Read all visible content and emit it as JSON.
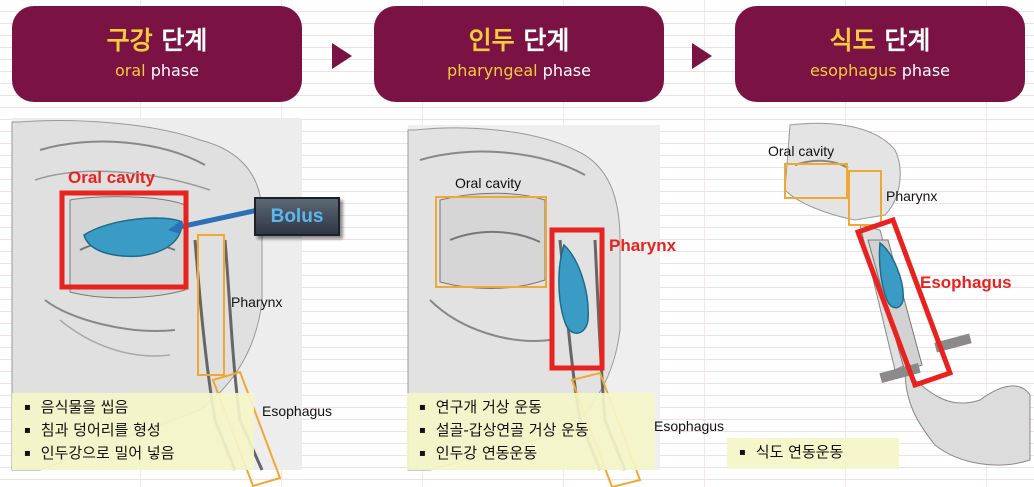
{
  "phases": [
    {
      "title_hl": "구강",
      "title_rest": " 단계",
      "sub_hl": "oral",
      "sub_rest": " phase"
    },
    {
      "title_hl": "인두",
      "title_rest": " 단계",
      "sub_hl": "pharyngeal",
      "sub_rest": " phase"
    },
    {
      "title_hl": "식도",
      "title_rest": " 단계",
      "sub_hl": "esophagus",
      "sub_rest": " phase"
    }
  ],
  "oral_panel": {
    "oral_cavity": "Oral cavity",
    "bolus": "Bolus",
    "pharynx": "Pharynx",
    "esophagus": "Esophagus",
    "bullets": [
      "음식물을 씹음",
      "침과 덩어리를 형성",
      "인두강으로 밀어 넣음"
    ]
  },
  "pharyngeal_panel": {
    "oral_cavity": "Oral cavity",
    "pharynx": "Pharynx",
    "esophagus": "Esophagus",
    "bullets": [
      "연구개 거상 운동",
      "설골-갑상연골 거상 운동",
      "인두강 연동운동"
    ]
  },
  "esophagus_panel": {
    "oral_cavity": "Oral cavity",
    "pharynx": "Pharynx",
    "esophagus": "Esophagus",
    "bullets": [
      "식도 연동운동"
    ]
  },
  "colors": {
    "header_bg": "#7a1244",
    "highlight_text": "#f4cc3a",
    "red_box": "#e8221e",
    "orange_box": "#f0a830",
    "bolus_fill": "#3a9cc4"
  }
}
